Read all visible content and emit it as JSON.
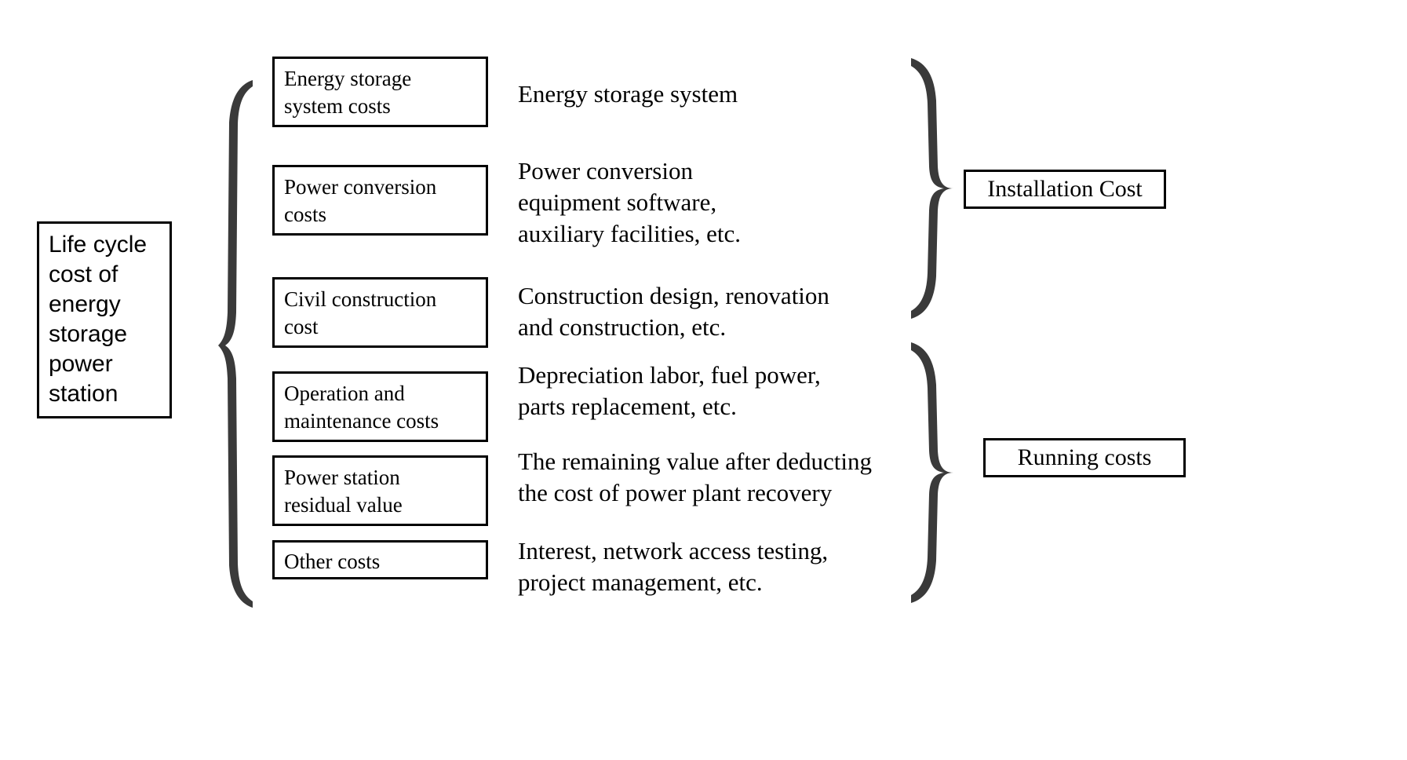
{
  "diagram": {
    "title_node": {
      "label": "Life cycle\ncost of\nenergy\nstorage\npower\nstation"
    },
    "brace_color": "#3a3a3a",
    "box_border_color": "#000000",
    "categories": [
      {
        "name": "energy-storage-system-costs",
        "label": "Energy storage\nsystem costs",
        "description": "Energy storage system"
      },
      {
        "name": "power-conversion-costs",
        "label": "Power conversion\ncosts",
        "description": "Power conversion\nequipment software,\nauxiliary facilities, etc."
      },
      {
        "name": "civil-construction-cost",
        "label": "Civil construction\ncost",
        "description": "Construction design, renovation\nand construction, etc."
      },
      {
        "name": "operation-and-maintenance-costs",
        "label": "Operation and\nmaintenance costs",
        "description": "Depreciation labor, fuel power,\nparts replacement, etc."
      },
      {
        "name": "power-station-residual-value",
        "label": "Power station\nresidual value",
        "description": "The remaining value after deducting\nthe cost of power plant recovery"
      },
      {
        "name": "other-costs",
        "label": "Other costs",
        "description": "Interest, network access testing,\nproject management, etc."
      }
    ],
    "groups": [
      {
        "name": "installation-cost",
        "label": "Installation Cost",
        "members": [
          0,
          1,
          2
        ]
      },
      {
        "name": "running-costs",
        "label": "Running costs",
        "members": [
          3,
          4,
          5
        ]
      }
    ]
  }
}
